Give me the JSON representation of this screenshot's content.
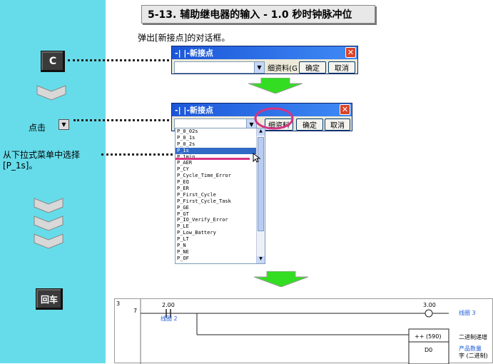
{
  "title": "5-13. 辅助继电器的输入 - 1.0 秒时钟脉冲位",
  "caption": "弹出[新接点]的对话框。",
  "sidebar": {
    "key_c": "C",
    "click_label": "点击",
    "select_instruction": "从下拉式菜单中选择",
    "select_value": "[P_1s]。",
    "key_enter": "回车"
  },
  "dialog1": {
    "title": "-| |-新接点",
    "close": "✕",
    "detail_button": "细资料(G",
    "ok_button": "确定",
    "cancel_button": "取消"
  },
  "dialog2": {
    "title": "-| |-新接点",
    "close": "✕",
    "detail_button": "细资料",
    "ok_button": "确定",
    "cancel_button": "取消"
  },
  "dropdown_items": [
    "P_0_02s",
    "P_0_1s",
    "P_0_2s",
    "P_1s",
    "P_1min",
    "P_AER",
    "P_CY",
    "P_Cycle_Time_Error",
    "P_EQ",
    "P_ER",
    "P_First_Cycle",
    "P_First_Cycle_Task",
    "P_GE",
    "P_GT",
    "P_IO_Verify_Error",
    "P_LE",
    "P_Low_Battery",
    "P_LT",
    "P_N",
    "P_NE",
    "P_OF"
  ],
  "selected_index": 3,
  "ladder": {
    "row_number": "3",
    "step_number": "7",
    "contact_address": "2.00",
    "contact_comment": "线圈 2",
    "coil_address": "3.00",
    "coil_comment": "线圈 3",
    "instruction": "++ (590)",
    "instruction_comment": "二进制递增",
    "operand": "D0",
    "operand_comment_1": "产品数量",
    "operand_comment_2": "字 (二进制)"
  },
  "colors": {
    "sidebar": "#66dcea",
    "arrow": "#33dd22",
    "highlight": "#d63384"
  }
}
